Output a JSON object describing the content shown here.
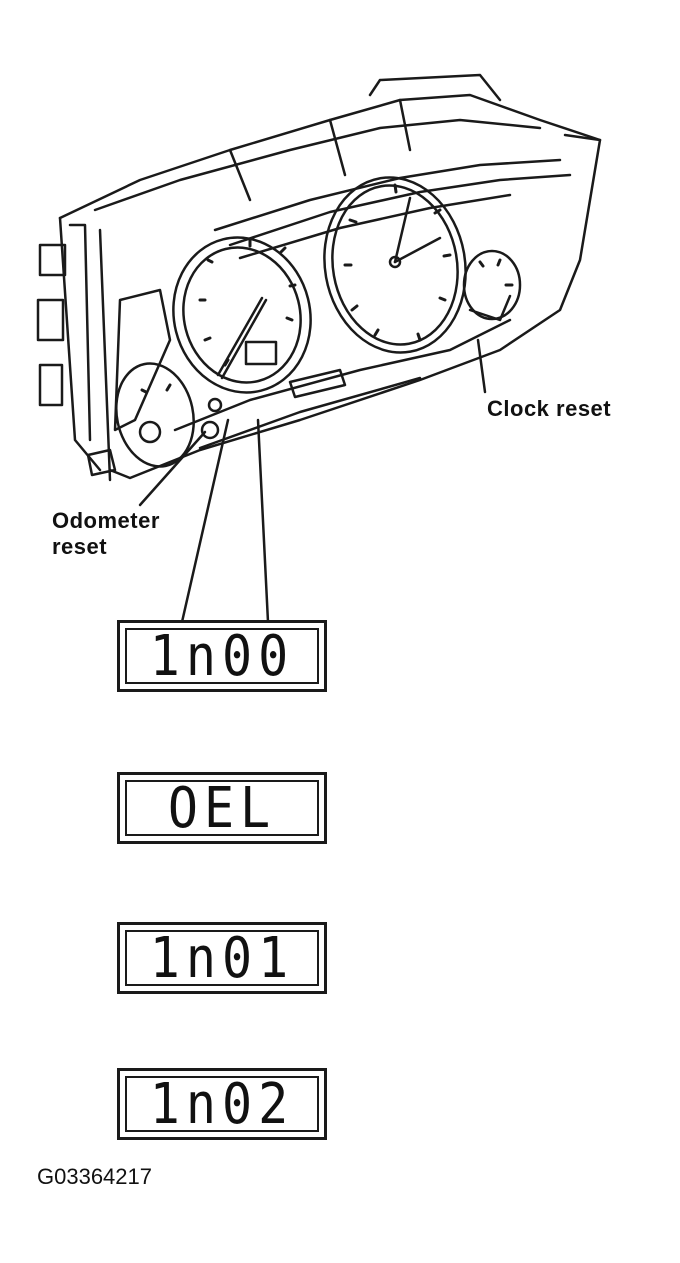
{
  "callouts": {
    "clock_reset": "Clock reset",
    "odometer_reset": "Odometer reset"
  },
  "displays": [
    {
      "text": "1n00"
    },
    {
      "text": "OEL"
    },
    {
      "text": "1n01"
    },
    {
      "text": "1n02"
    }
  ],
  "figure_code": "G03364217",
  "colors": {
    "ink": "#111111",
    "background": "#ffffff"
  }
}
